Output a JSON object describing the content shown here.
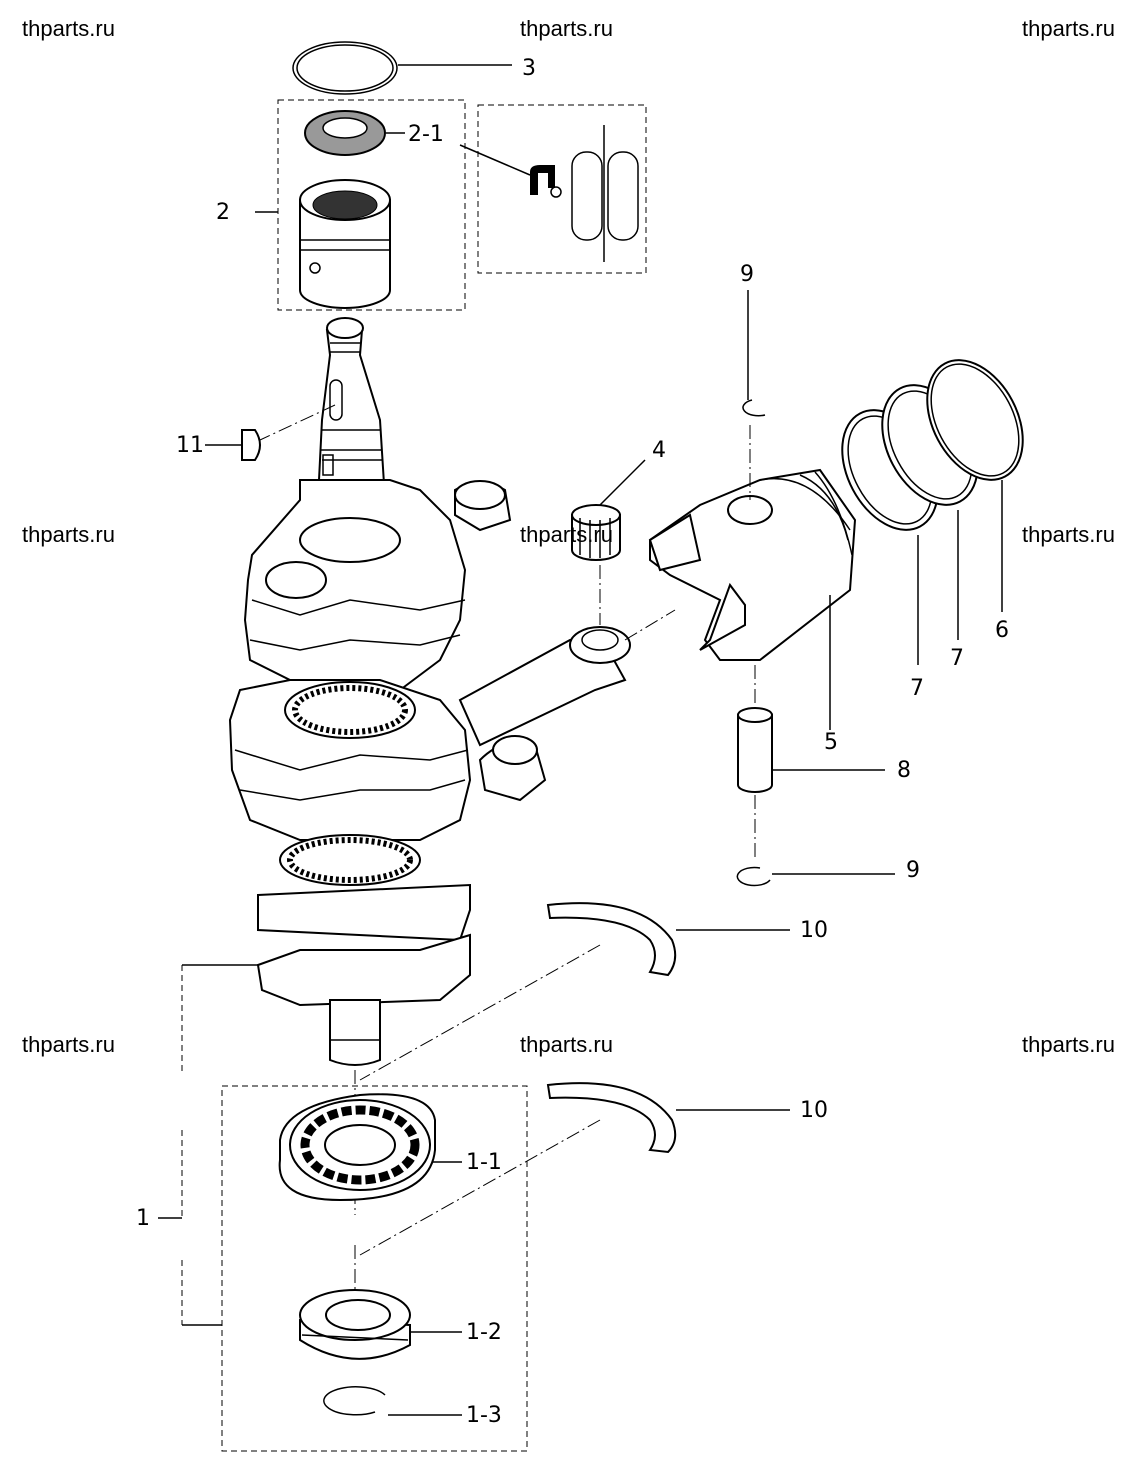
{
  "watermarks": [
    "thparts.ru",
    "thparts.ru",
    "thparts.ru",
    "thparts.ru",
    "thparts.ru",
    "thparts.ru",
    "thparts.ru",
    "thparts.ru",
    "thparts.ru"
  ],
  "callouts": {
    "c3": "3",
    "c2_1": "2-1",
    "c2": "2",
    "c9_top": "9",
    "c11": "11",
    "c4": "4",
    "c6": "6",
    "c7_a": "7",
    "c7_b": "7",
    "c5": "5",
    "c8": "8",
    "c9_bottom": "9",
    "c10_a": "10",
    "c10_b": "10",
    "c1": "1",
    "c1_1": "1-1",
    "c1_2": "1-2",
    "c1_3": "1-3"
  }
}
